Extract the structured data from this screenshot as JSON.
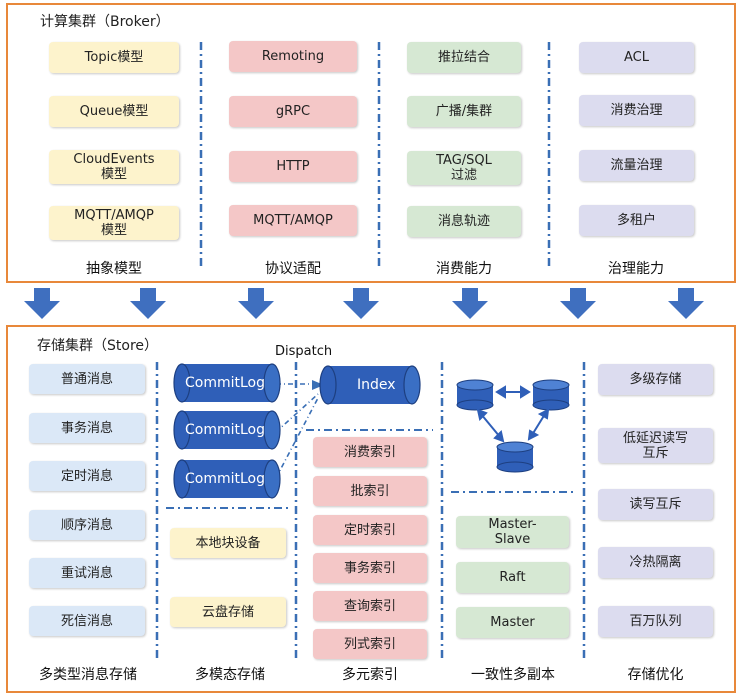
{
  "broker": {
    "title": "计算集群（Broker）",
    "columns": [
      {
        "footer": "抽象模型",
        "items": [
          "Topic模型",
          "Queue模型",
          "CloudEvents\n模型",
          "MQTT/AMQP\n模型"
        ]
      },
      {
        "footer": "协议适配",
        "items": [
          "Remoting",
          "gRPC",
          "HTTP",
          "MQTT/AMQP"
        ]
      },
      {
        "footer": "消费能力",
        "items": [
          "推拉结合",
          "广播/集群",
          "TAG/SQL\n过滤",
          "消息轨迹"
        ]
      },
      {
        "footer": "治理能力",
        "items": [
          "ACL",
          "消费治理",
          "流量治理",
          "多租户"
        ]
      }
    ]
  },
  "store": {
    "title": "存储集群（Store）",
    "message_types": {
      "footer": "多类型消息存储",
      "items": [
        "普通消息",
        "事务消息",
        "定时消息",
        "顺序消息",
        "重试消息",
        "死信消息"
      ]
    },
    "multimodal": {
      "footer": "多模态存储",
      "commitlogs": [
        "CommitLog",
        "CommitLog",
        "CommitLog"
      ],
      "devices": [
        "本地块设备",
        "云盘存储"
      ]
    },
    "index": {
      "footer": "多元索引",
      "dispatch_label": "Dispatch",
      "index_label": "Index",
      "items": [
        "消费索引",
        "批索引",
        "定时索引",
        "事务索引",
        "查询索引",
        "列式索引"
      ]
    },
    "replica": {
      "footer": "一致性多副本",
      "items": [
        "Master-\nSlave",
        "Raft",
        "Master"
      ]
    },
    "optimize": {
      "footer": "存储优化",
      "items": [
        "多级存储",
        "低延迟读写\n互斥",
        "读写互斥",
        "冷热隔离",
        "百万队列"
      ]
    }
  },
  "colors": {
    "frame": "#e8883a",
    "arrow": "#3f6fbf",
    "cylinder": "#2f5fb8",
    "divider": "#3a6fb5"
  }
}
